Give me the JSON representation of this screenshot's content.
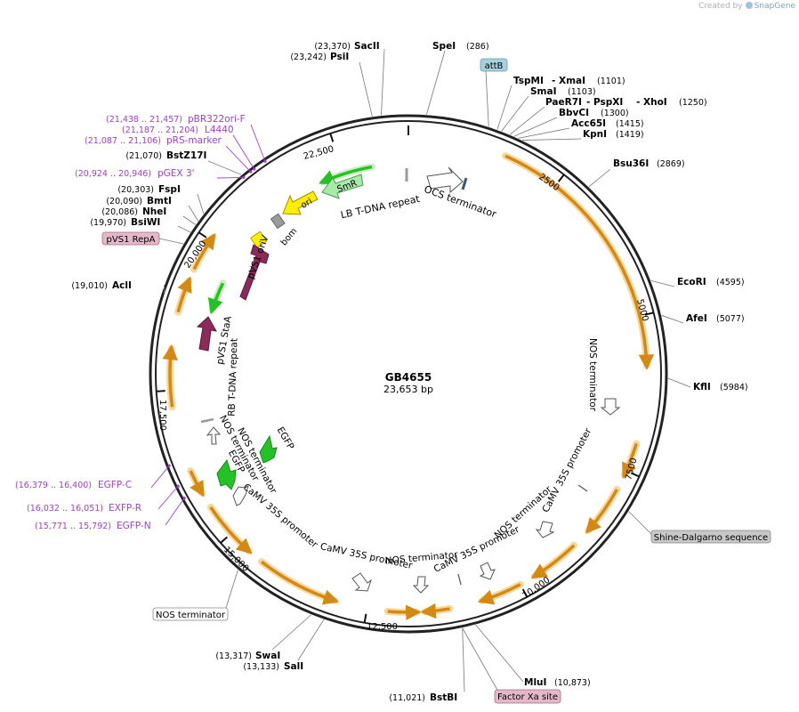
{
  "credit": {
    "prefix": "Created by",
    "brand": "SnapGene"
  },
  "plasmid": {
    "name": "GB4655",
    "size_label": "23,653 bp",
    "length": 23653
  },
  "colors": {
    "arrow_fill": "#d48a12",
    "arrow_glow": "#f7d9a0",
    "green": "#25c225",
    "maroon": "#8c2a5a",
    "yellow": "#ffee00",
    "purple": "#a040c8",
    "gray": "#9a9a9a",
    "pink_box": "#e4b8c8",
    "teal_box": "#a8d0dc",
    "gray_box": "#c8c8c8"
  },
  "ticks": [
    "2500",
    "5000",
    "7500",
    "10,000",
    "12,500",
    "15,000",
    "17,500",
    "20,000",
    "22,500"
  ],
  "enzymes": [
    {
      "name": "SacII",
      "pos": "(23,370)"
    },
    {
      "name": "PsiI",
      "pos": "(23,242)"
    },
    {
      "name": "SpeI",
      "pos": "(286)"
    },
    {
      "name": "TspMI",
      "pos": ""
    },
    {
      "name": "- XmaI",
      "pos": "(1101)"
    },
    {
      "name": "SmaI",
      "pos": "(1103)"
    },
    {
      "name": "PaeR7I",
      "pos": ""
    },
    {
      "name": "- PspXI",
      "pos": ""
    },
    {
      "name": "- XhoI",
      "pos": "(1250)"
    },
    {
      "name": "BbvCI",
      "pos": "(1300)"
    },
    {
      "name": "Acc65I",
      "pos": "(1415)"
    },
    {
      "name": "KpnI",
      "pos": "(1419)"
    },
    {
      "name": "Bsu36I",
      "pos": "(2869)"
    },
    {
      "name": "EcoRI",
      "pos": "(4595)"
    },
    {
      "name": "AfeI",
      "pos": "(5077)"
    },
    {
      "name": "KflI",
      "pos": "(5984)"
    },
    {
      "name": "MluI",
      "pos": "(10,873)"
    },
    {
      "name": "BstBI",
      "pos": "(11,021)"
    },
    {
      "name": "SalI",
      "pos": "(13,133)"
    },
    {
      "name": "SwaI",
      "pos": "(13,317)"
    },
    {
      "name": "AclI",
      "pos": "(19,010)"
    },
    {
      "name": "BsiWI",
      "pos": "(19,970)"
    },
    {
      "name": "NheI",
      "pos": "(20,086)"
    },
    {
      "name": "BmtI",
      "pos": "(20,090)"
    },
    {
      "name": "FspI",
      "pos": "(20,303)"
    },
    {
      "name": "BstZ17I",
      "pos": "(21,070)"
    }
  ],
  "primers": [
    {
      "name": "pBR322ori-F",
      "range": "(21,438 .. 21,457)"
    },
    {
      "name": "L4440",
      "range": "(21,187 .. 21,204)"
    },
    {
      "name": "pRS-marker",
      "range": "(21,087 .. 21,106)"
    },
    {
      "name": "pGEX 3'",
      "range": "(20,924 .. 20,946)"
    },
    {
      "name": "EGFP-C",
      "range": "(16,379 .. 16,400)"
    },
    {
      "name": "EXFP-R",
      "range": "(16,032 .. 16,051)"
    },
    {
      "name": "EGFP-N",
      "range": "(15,771 .. 15,792)"
    }
  ],
  "boxed_features": [
    {
      "name": "attB"
    },
    {
      "name": "Shine-Dalgarno sequence"
    },
    {
      "name": "NOS terminator"
    },
    {
      "name": "Factor Xa site"
    },
    {
      "name": "pVS1 RepA"
    }
  ],
  "features": [
    {
      "name": "SmR"
    },
    {
      "name": "ori"
    },
    {
      "name": "LB T-DNA repeat"
    },
    {
      "name": "OCS terminator"
    },
    {
      "name": "bom"
    },
    {
      "name": "pVS1 oriV"
    },
    {
      "name": "pVS1 StaA"
    },
    {
      "name": "RB T-DNA repeat"
    },
    {
      "name": "NOS terminator"
    },
    {
      "name": "CaMV 35S promoter"
    },
    {
      "name": "NOS terminator"
    },
    {
      "name": "CaMV 35S promoter"
    },
    {
      "name": "NOS terminator"
    },
    {
      "name": "CaMV 35S promoter"
    },
    {
      "name": "CaMV 35S promoter"
    },
    {
      "name": "NOS terminator"
    },
    {
      "name": "EGFP"
    },
    {
      "name": "NOS terminator"
    },
    {
      "name": "EGFP"
    }
  ]
}
